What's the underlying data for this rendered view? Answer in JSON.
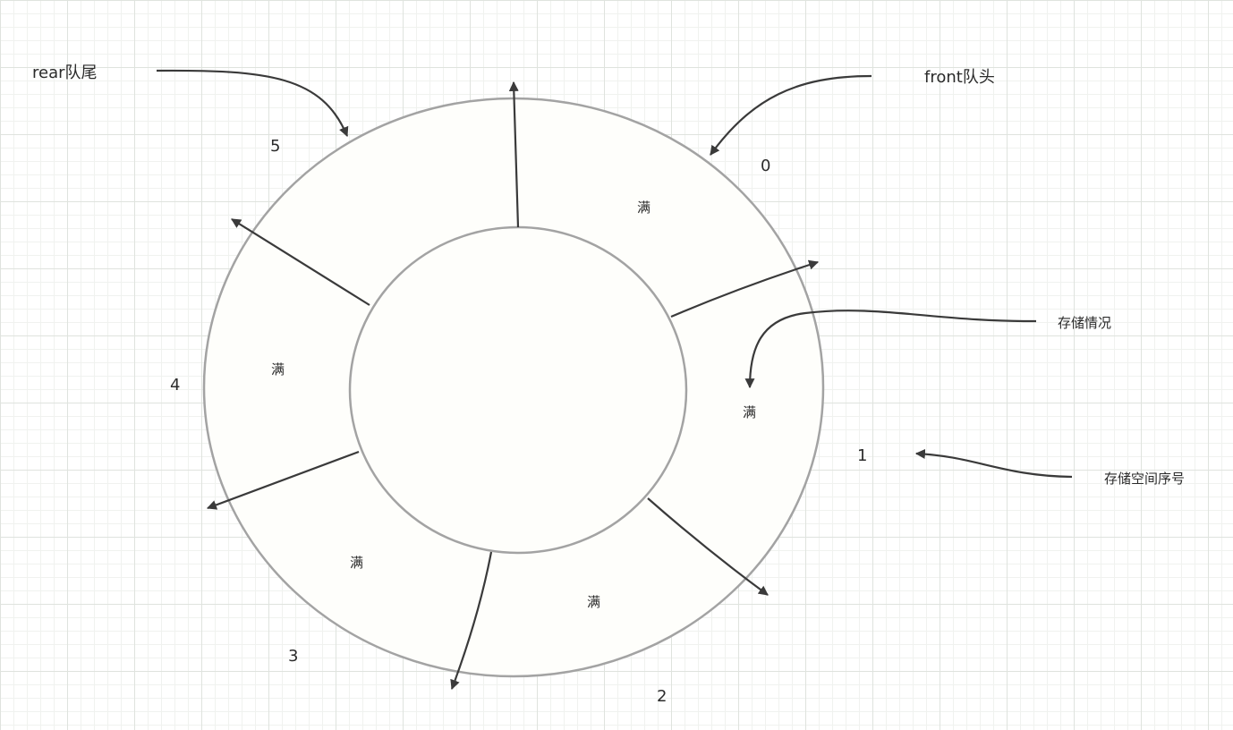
{
  "pointers": {
    "rear": "rear队尾",
    "front": "front队头"
  },
  "annotations": {
    "storage_status": "存储情况",
    "storage_index": "存储空间序号"
  },
  "slots": [
    {
      "index": "0",
      "status": "满"
    },
    {
      "index": "1",
      "status": "满"
    },
    {
      "index": "2",
      "status": "满"
    },
    {
      "index": "3",
      "status": "满"
    },
    {
      "index": "4",
      "status": "满"
    },
    {
      "index": "5",
      "status": ""
    }
  ]
}
